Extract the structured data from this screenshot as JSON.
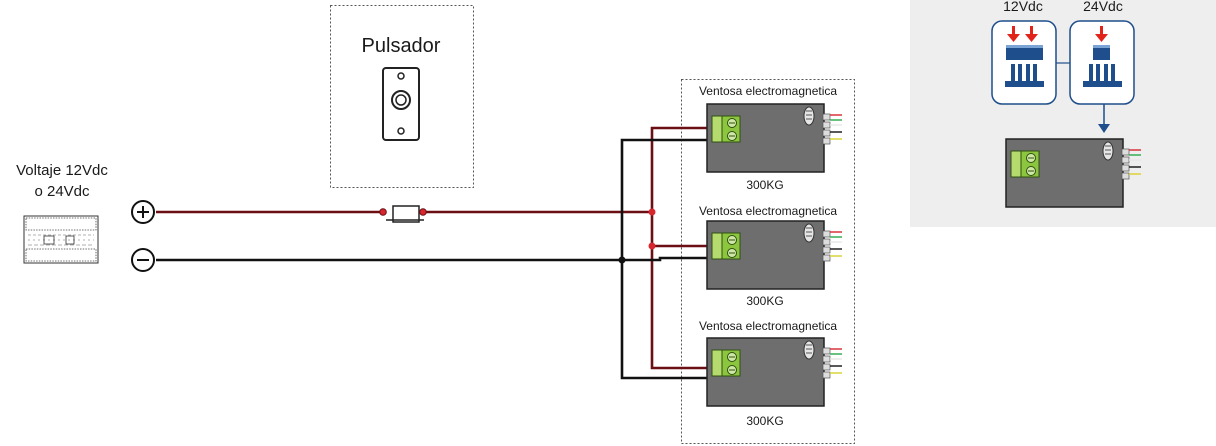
{
  "power_source": {
    "label_line1": "Voltaje 12Vdc",
    "label_line2": "o 24Vdc",
    "positive_symbol": "+",
    "negative_symbol": "−"
  },
  "push_button": {
    "label": "Pulsador"
  },
  "locks": [
    {
      "title": "Ventosa electromagnetica",
      "rating": "300KG"
    },
    {
      "title": "Ventosa electromagnetica",
      "rating": "300KG"
    },
    {
      "title": "Ventosa electromagnetica",
      "rating": "300KG"
    }
  ],
  "jumper_panel": {
    "option_12v": "12Vdc",
    "option_24v": "24Vdc"
  },
  "colors": {
    "positive_wire": "#6b0f14",
    "negative_wire": "#111111",
    "junction_dot": "#d7262e",
    "lock_body": "#6e6e6e",
    "terminal_green": "#8cc63f",
    "jumper_blue": "#1f4e8c",
    "jumper_arrow": "#e2231a",
    "panel_bg": "#eeeeee"
  },
  "icons": [
    "plus-circle-icon",
    "minus-circle-icon",
    "power-supply-icon",
    "push-button-icon",
    "magnetic-lock-icon",
    "jumper-icon",
    "arrow-down-icon"
  ]
}
